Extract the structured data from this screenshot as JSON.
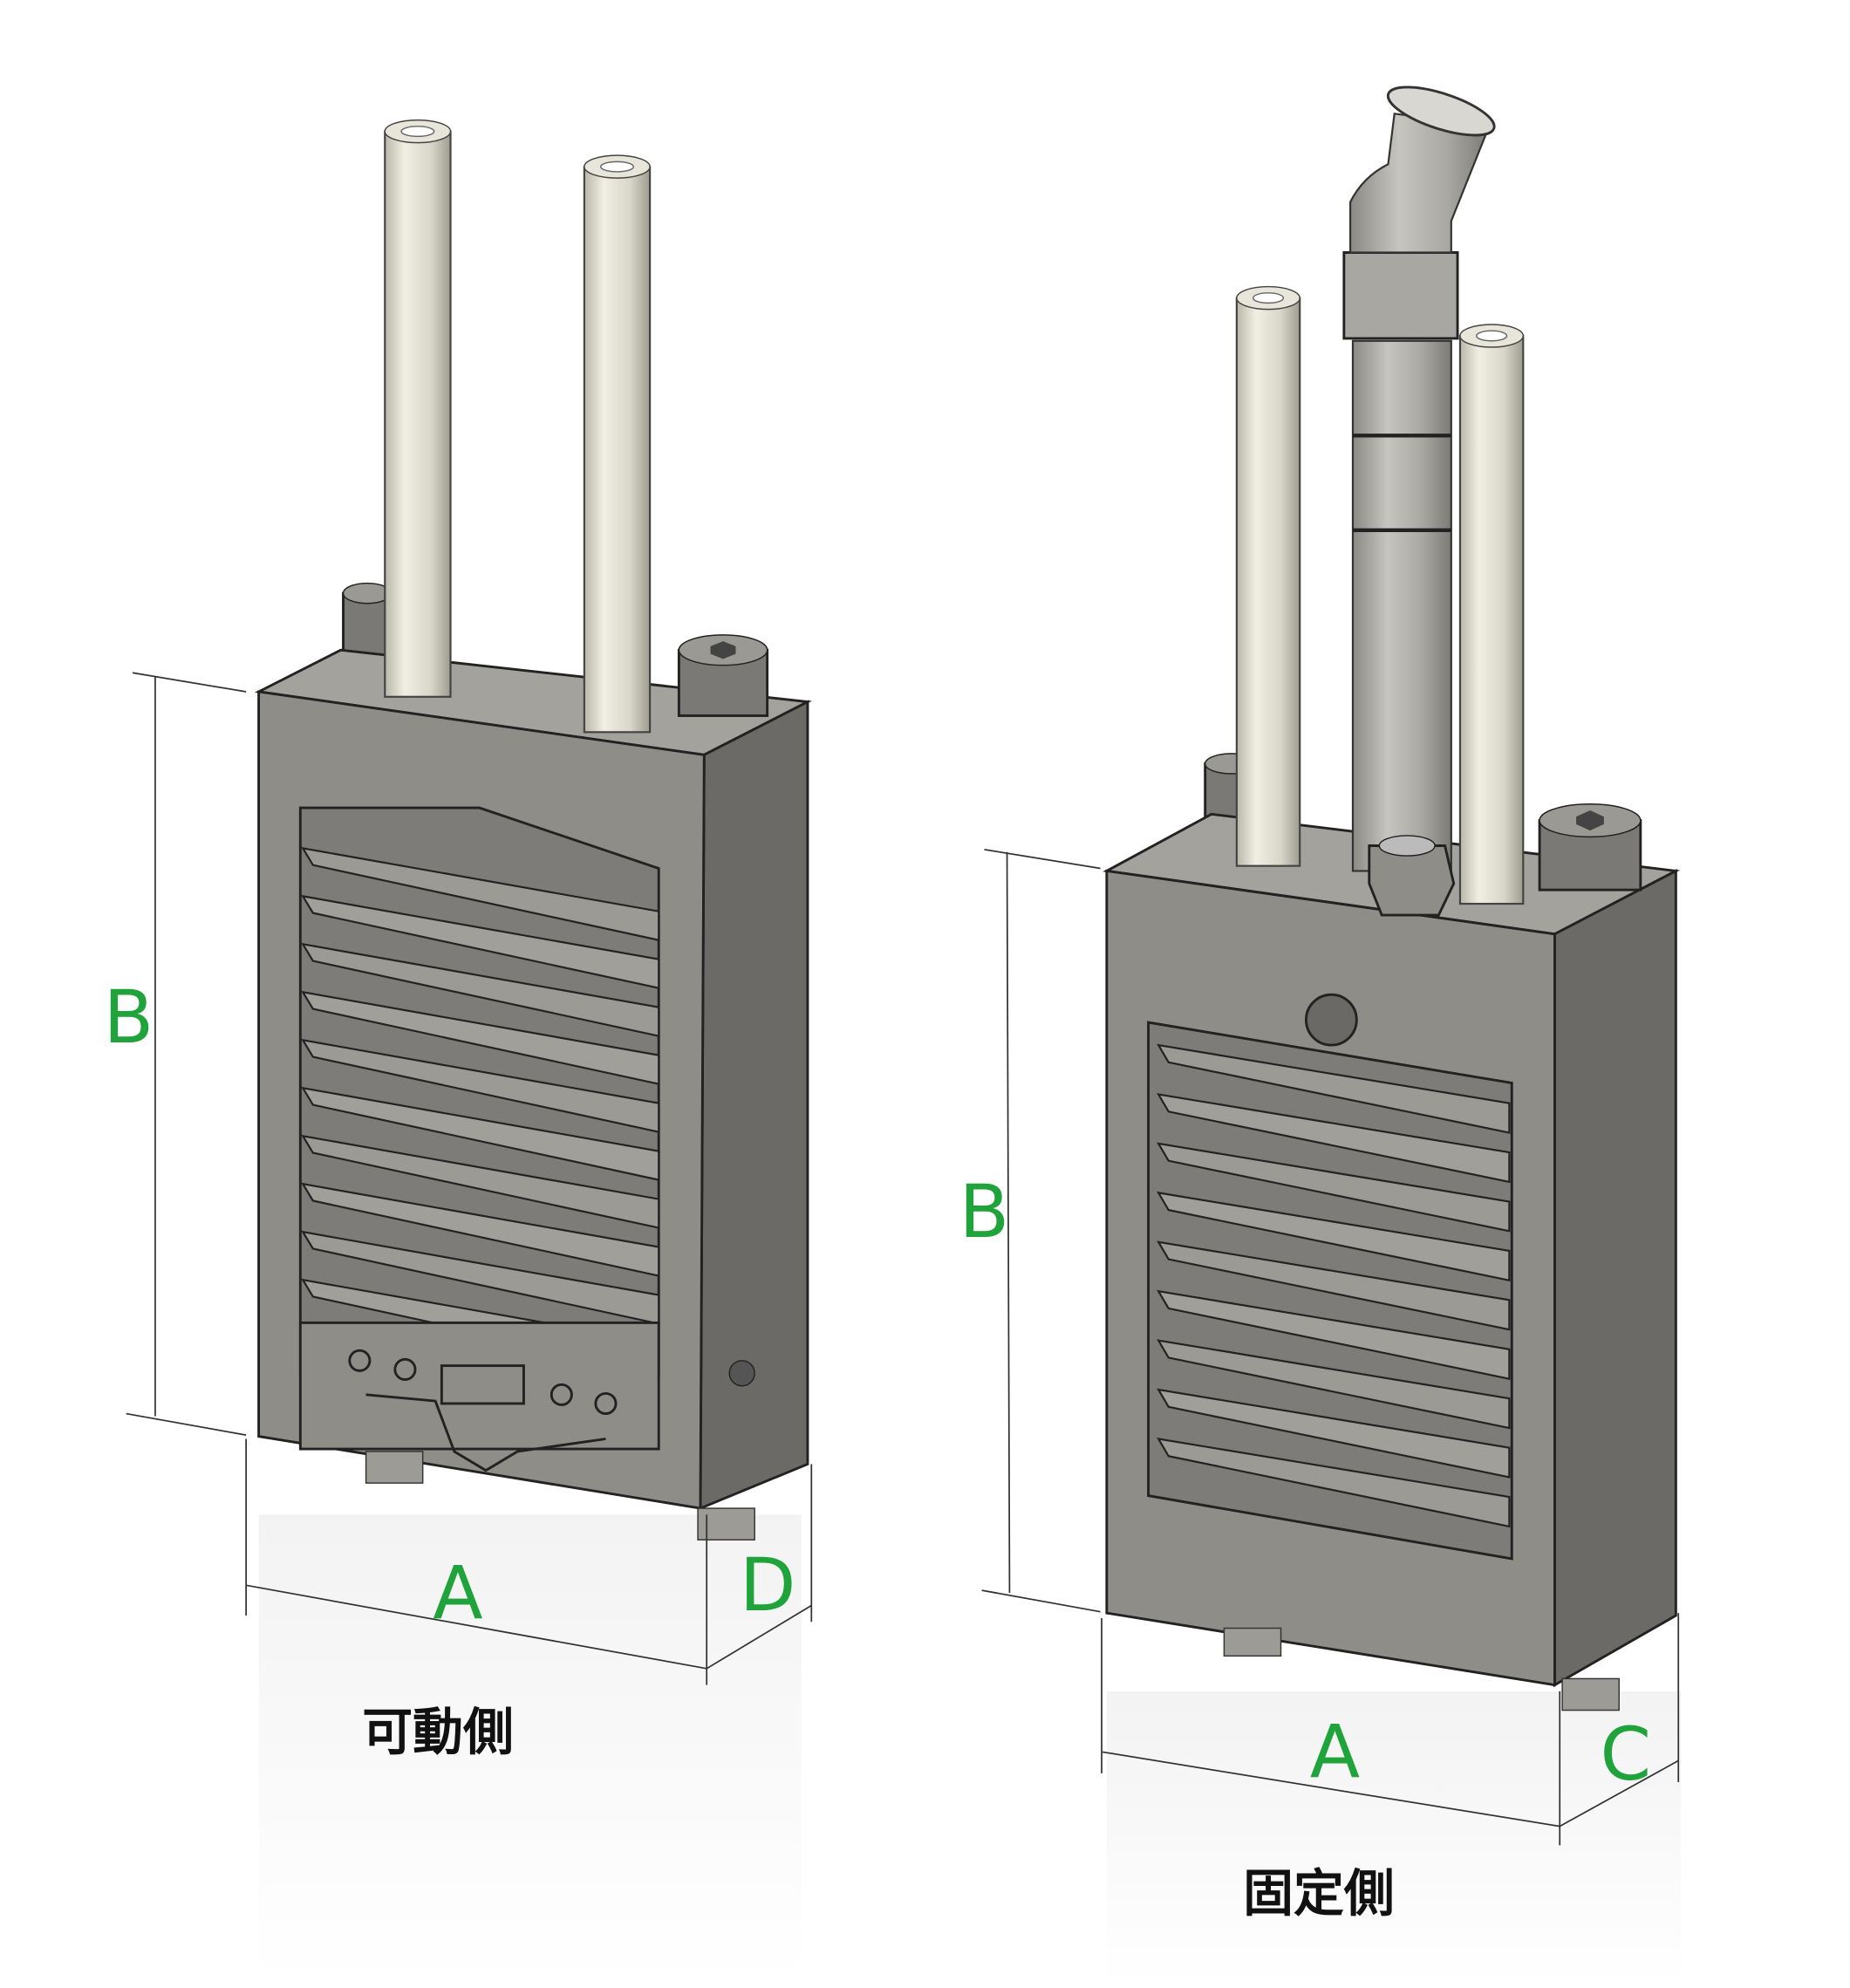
{
  "colors": {
    "label": "#1fa33a",
    "body": "#8e8d88"
  },
  "moving_side": {
    "caption": "可動側",
    "labels": {
      "a": "A",
      "b": "B",
      "d": "D"
    }
  },
  "fixed_side": {
    "caption": "固定側",
    "labels": {
      "a": "A",
      "b": "B",
      "c": "C"
    }
  }
}
